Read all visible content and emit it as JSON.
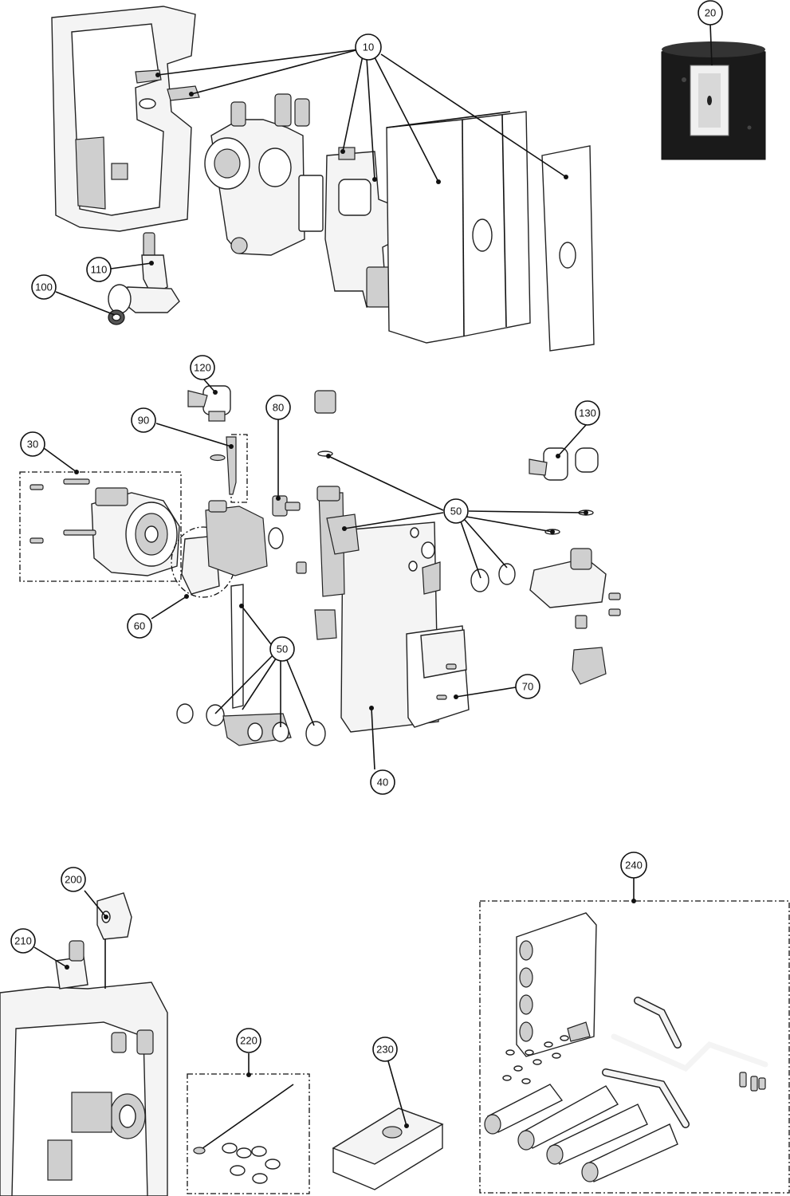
{
  "callouts": {
    "c10": "10",
    "c20": "20",
    "c30": "30",
    "c40": "40",
    "c50a": "50",
    "c50b": "50",
    "c60": "60",
    "c70": "70",
    "c80": "80",
    "c90": "90",
    "c100": "100",
    "c110": "110",
    "c120": "120",
    "c130": "130",
    "c200": "200",
    "c210": "210",
    "c220": "220",
    "c230": "230",
    "c240": "240"
  },
  "colors": {
    "line": "#111111",
    "fill": "#f4f4f4",
    "dark": "#1a1a1a"
  }
}
